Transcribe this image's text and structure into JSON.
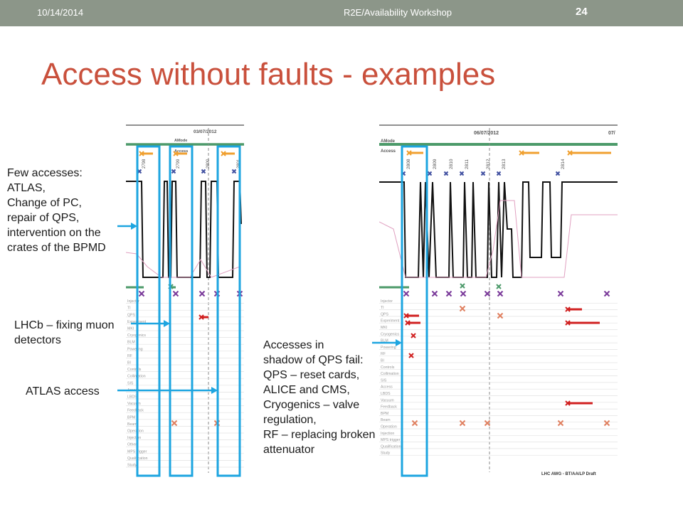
{
  "header": {
    "date": "10/14/2014",
    "workshop": "R2E/Availability Workshop",
    "page_number": "24"
  },
  "title": "Access without faults - examples",
  "annotations": {
    "few_accesses": "Few accesses:\nATLAS,\nChange of PC,\nrepair of QPS,\nintervention on the\ncrates of the BPMD",
    "lhcb": "LHCb – fixing muon\ndetectors",
    "atlas_access": "ATLAS access",
    "shadow": "Accesses in\nshadow of QPS fail:\nQPS – reset cards,\nALICE and CMS,\nCryogenics – valve\nregulation,\nRF – replacing broken\nattenuator"
  },
  "left_chart": {
    "date": "03/07/2012",
    "row_amode": "AMode",
    "row_access": "Access",
    "fills": [
      "2798",
      "2799",
      "2800",
      "2801"
    ],
    "categories": [
      "Injector",
      "TI",
      "QPS",
      "Experiment",
      "MKI",
      "Cryogenics",
      "BLM",
      "Powering",
      "RF",
      "BI",
      "Controls",
      "Collimation",
      "SIS",
      "Access",
      "LBDS",
      "Vacuum",
      "Feedback",
      "BPM",
      "Beam",
      "Operation",
      "Injection",
      "Other",
      "MPS trigger",
      "Qualification",
      "Study"
    ]
  },
  "right_chart": {
    "date": "06/07/2012",
    "date_next": "07/",
    "row_amode": "AMode",
    "row_access": "Access",
    "fills": [
      "2808",
      "2809",
      "2810",
      "2811",
      "2812",
      "2813",
      "2814"
    ],
    "categories": [
      "Injector",
      "TI",
      "QPS",
      "Experiment",
      "MKI",
      "Cryogenics",
      "BLM",
      "Powering",
      "RF",
      "BI",
      "Controls",
      "Collimation",
      "SIS",
      "Access",
      "LBDS",
      "Vacuum",
      "Feedback",
      "BPM",
      "Beam",
      "Operation",
      "Injection",
      "MPS trigger",
      "Qualification",
      "Study"
    ],
    "footer": "LHC AWG - BT/AA/LP Draft"
  },
  "colors": {
    "header_bg": "#8c9689",
    "title": "#c9503c",
    "highlight": "#1da5e0",
    "amode_bar": "#4c9a6a",
    "access_marker": "#f0a030",
    "fault_marker": "#d02020",
    "purple_marker": "#7a3a9a"
  }
}
